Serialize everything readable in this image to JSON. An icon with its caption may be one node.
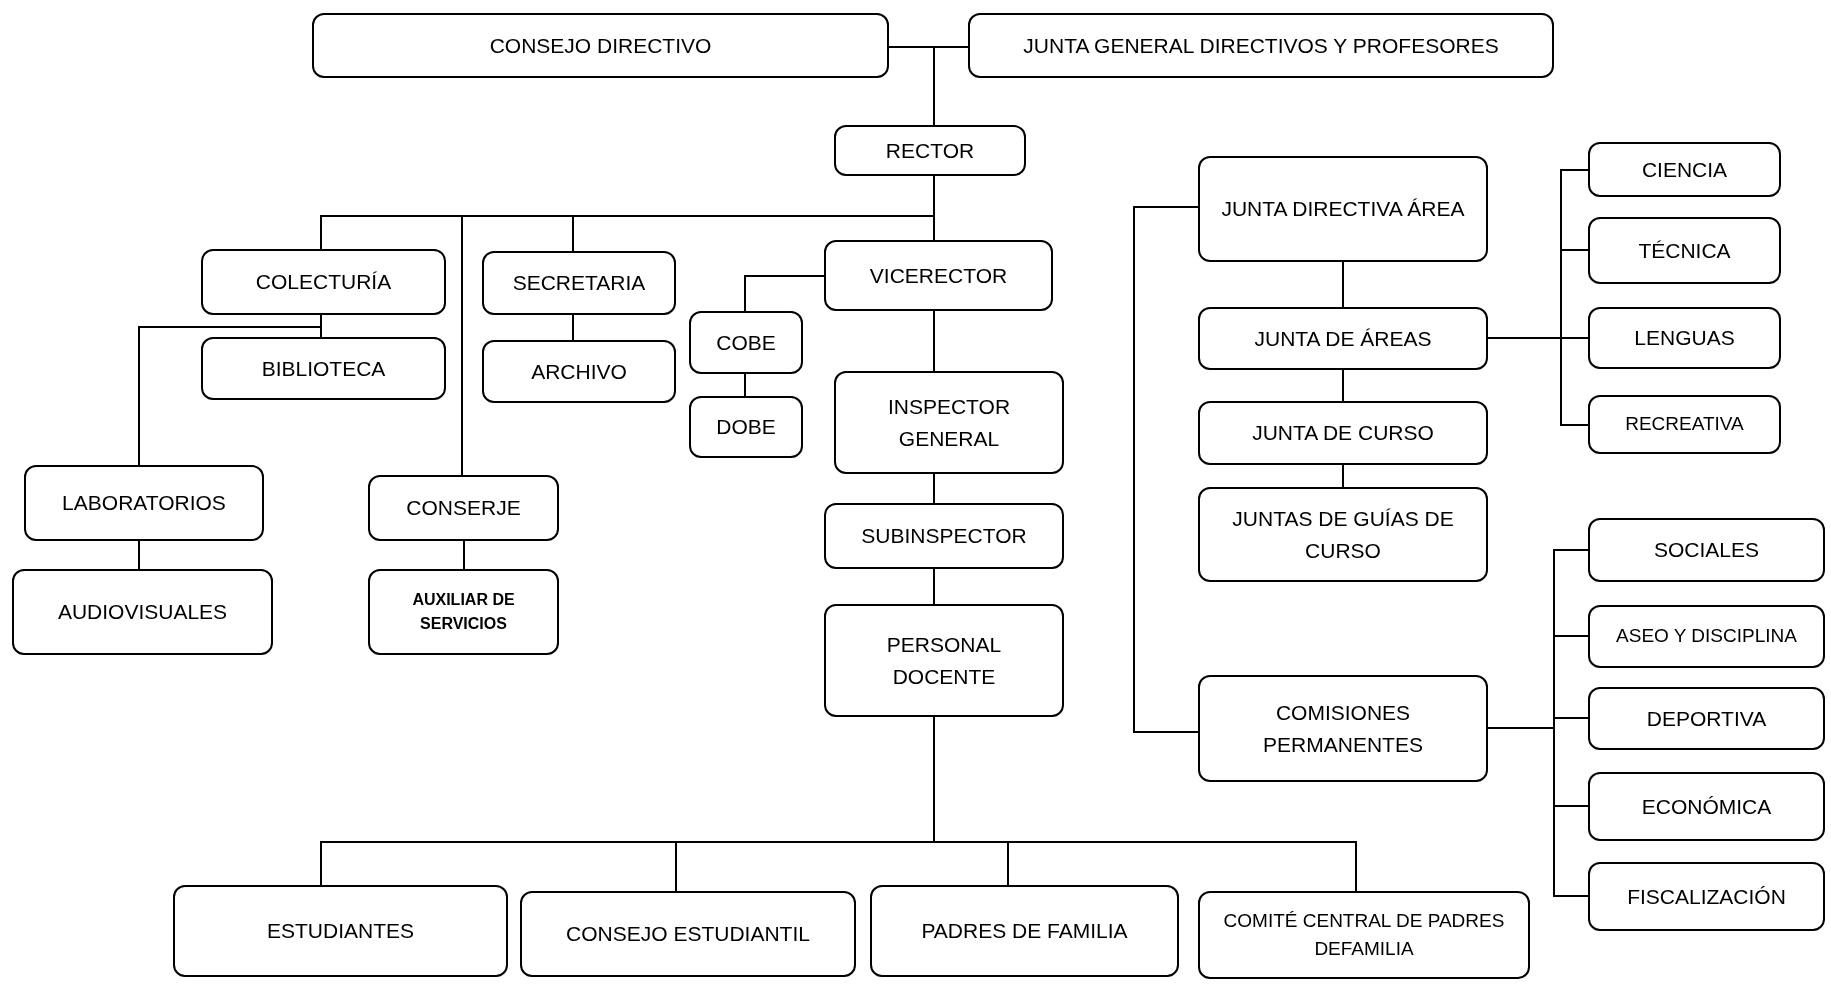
{
  "diagram": {
    "nodes": [
      {
        "text": [
          "CONSEJO DIRECTIVO"
        ]
      },
      {
        "text": [
          "JUNTA GENERAL DIRECTIVOS Y PROFESORES"
        ]
      },
      {
        "text": [
          "RECTOR"
        ]
      },
      {
        "text": [
          "COLECTURÍA"
        ]
      },
      {
        "text": [
          "BIBLIOTECA"
        ]
      },
      {
        "text": [
          "SECRETARIA"
        ]
      },
      {
        "text": [
          "ARCHIVO"
        ]
      },
      {
        "text": [
          "VICERECTOR"
        ]
      },
      {
        "text": [
          "COBE"
        ]
      },
      {
        "text": [
          "DOBE"
        ]
      },
      {
        "text": [
          "INSPECTOR GENERAL"
        ]
      },
      {
        "text": [
          "SUBINSPECTOR"
        ]
      },
      {
        "text": [
          "PERSONAL DOCENTE"
        ]
      },
      {
        "text": [
          "LABORATORIOS"
        ]
      },
      {
        "text": [
          "AUDIOVISUALES"
        ]
      },
      {
        "text": [
          "CONSERJE"
        ]
      },
      {
        "text": [
          "AUXILIAR DE SERVICIOS"
        ]
      },
      {
        "text": [
          "JUNTA DIRECTIVA ÁREA"
        ]
      },
      {
        "text": [
          "JUNTA DE ÁREAS"
        ]
      },
      {
        "text": [
          "JUNTA DE CURSO"
        ]
      },
      {
        "text": [
          "JUNTAS DE GUÍAS DE CURSO"
        ]
      },
      {
        "text": [
          "COMISIONES PERMANENTES"
        ]
      },
      {
        "text": [
          "CIENCIA"
        ]
      },
      {
        "text": [
          "TÉCNICA"
        ]
      },
      {
        "text": [
          "LENGUAS"
        ]
      },
      {
        "text": [
          "RECREATIVA"
        ]
      },
      {
        "text": [
          "SOCIALES"
        ]
      },
      {
        "text": [
          "ASEO Y DISCIPLINA"
        ]
      },
      {
        "text": [
          "DEPORTIVA"
        ]
      },
      {
        "text": [
          "ECONÓMICA"
        ]
      },
      {
        "text": [
          "FISCALIZACIÓN"
        ]
      },
      {
        "text": [
          "ESTUDIANTES"
        ]
      },
      {
        "text": [
          "CONSEJO ESTUDIANTIL"
        ]
      },
      {
        "text": [
          "PADRES DE FAMILIA"
        ]
      },
      {
        "text": [
          "COMITÉ CENTRAL DE PADRES DEFAMILIA"
        ]
      }
    ],
    "edges": [
      {
        "from": 0,
        "to": 1,
        "arrow": "none"
      },
      {
        "from": 0,
        "to": 2,
        "arrow": "none"
      },
      {
        "from": 2,
        "to": 3,
        "arrow": "none"
      },
      {
        "from": 2,
        "to": 15,
        "arrow": "none"
      },
      {
        "from": 2,
        "to": 5,
        "arrow": "none"
      },
      {
        "from": 2,
        "to": 7,
        "arrow": "none"
      },
      {
        "from": 3,
        "to": 4,
        "arrow": "none"
      },
      {
        "from": 3,
        "to": 13,
        "arrow": "none"
      },
      {
        "from": 5,
        "to": 6,
        "arrow": "none"
      },
      {
        "from": 7,
        "to": 8,
        "arrow": "none"
      },
      {
        "from": 8,
        "to": 9,
        "arrow": "none"
      },
      {
        "from": 7,
        "to": 10,
        "arrow": "none"
      },
      {
        "from": 10,
        "to": 11,
        "arrow": "none"
      },
      {
        "from": 11,
        "to": 12,
        "arrow": "none"
      },
      {
        "from": 13,
        "to": 14,
        "arrow": "none"
      },
      {
        "from": 15,
        "to": 16,
        "arrow": "none"
      },
      {
        "from": 12,
        "to": 31,
        "arrow": "none"
      },
      {
        "from": 12,
        "to": 32,
        "arrow": "none"
      },
      {
        "from": 12,
        "to": 33,
        "arrow": "none"
      },
      {
        "from": 12,
        "to": 34,
        "arrow": "none"
      },
      {
        "from": 17,
        "to": 18,
        "arrow": "none"
      },
      {
        "from": 18,
        "to": 19,
        "arrow": "none"
      },
      {
        "from": 19,
        "to": 20,
        "arrow": "none"
      },
      {
        "from": 17,
        "to": 21,
        "arrow": "none"
      },
      {
        "from": 18,
        "to": 22,
        "arrow": "none"
      },
      {
        "from": 18,
        "to": 23,
        "arrow": "none"
      },
      {
        "from": 18,
        "to": 24,
        "arrow": "none"
      },
      {
        "from": 18,
        "to": 25,
        "arrow": "none"
      },
      {
        "from": 21,
        "to": 26,
        "arrow": "none"
      },
      {
        "from": 21,
        "to": 27,
        "arrow": "none"
      },
      {
        "from": 21,
        "to": 28,
        "arrow": "none"
      },
      {
        "from": 21,
        "to": 29,
        "arrow": "none"
      },
      {
        "from": 21,
        "to": 30,
        "arrow": "none"
      }
    ]
  }
}
